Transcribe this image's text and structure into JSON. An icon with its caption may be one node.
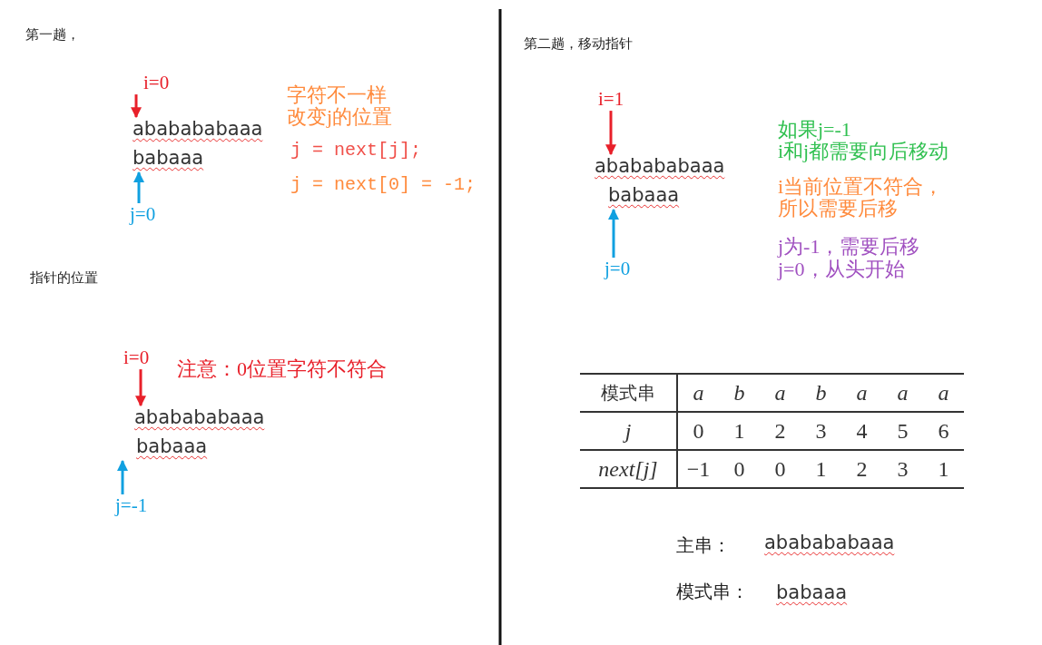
{
  "diagram": {
    "nodes": [
      {
        "text": [
          "i=0"
        ]
      },
      {
        "text": [
          "ababababaaa"
        ]
      },
      {
        "text": [
          "babaaa"
        ]
      },
      {
        "text": [
          "j=0"
        ]
      },
      {
        "text": [
          "i=0"
        ]
      },
      {
        "text": [
          "ababababaaa"
        ]
      },
      {
        "text": [
          "babaaa"
        ]
      },
      {
        "text": [
          "j=-1"
        ]
      },
      {
        "text": [
          "i=1"
        ]
      },
      {
        "text": [
          "ababababaaa"
        ]
      },
      {
        "text": [
          "babaaa"
        ]
      },
      {
        "text": [
          "j=0"
        ]
      }
    ],
    "edges": [
      {
        "from": 0,
        "to": 1,
        "arrow": "to",
        "color": "#e8202a"
      },
      {
        "from": 3,
        "to": 2,
        "arrow": "to",
        "color": "#10a0e0"
      },
      {
        "from": 4,
        "to": 5,
        "arrow": "to",
        "color": "#e8202a"
      },
      {
        "from": 7,
        "to": 6,
        "arrow": "to",
        "color": "#10a0e0"
      },
      {
        "from": 8,
        "to": 9,
        "arrow": "to",
        "color": "#e8202a"
      },
      {
        "from": 11,
        "to": 10,
        "arrow": "to",
        "color": "#10a0e0"
      }
    ],
    "labels": [
      "第一趟，",
      "字符不一样",
      "改变j的位置",
      "j = next[j];",
      "j = next[0] = -1;",
      "指针的位置",
      "注意：0位置字符不符合",
      "第二趟，移动指针",
      "如果j=-1",
      "i和j都需要向后移动",
      "i当前位置不符合，",
      "所以需要后移",
      "j为-1，需要后移",
      "j=0，从头开始",
      "模式串",
      "a",
      "b",
      "a",
      "b",
      "a",
      "a",
      "a",
      "j",
      "0",
      "1",
      "2",
      "3",
      "4",
      "5",
      "6",
      "next[j]",
      "−1",
      "0",
      "0",
      "1",
      "2",
      "3",
      "1",
      "主串：",
      "ababababaaa",
      "模式串：",
      "babaaa"
    ]
  }
}
